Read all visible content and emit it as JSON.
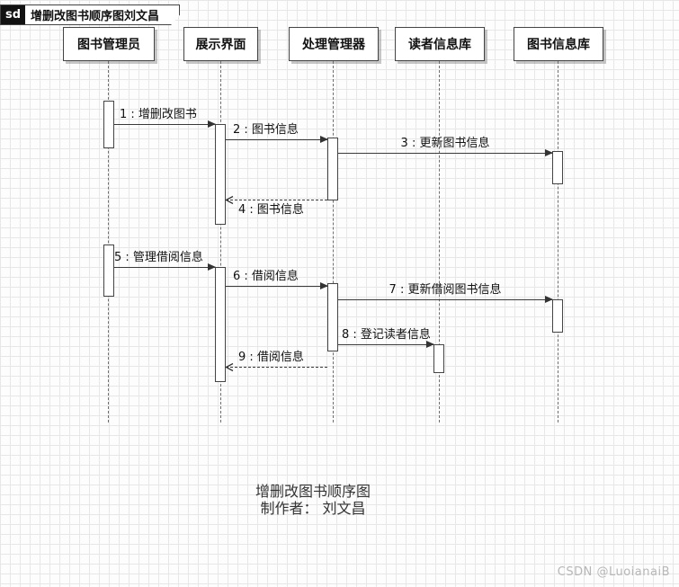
{
  "frame": {
    "keyword": "sd",
    "title": "增删改图书顺序图刘文昌"
  },
  "lifelines": [
    {
      "label": "图书管理员"
    },
    {
      "label": "展示界面"
    },
    {
      "label": "处理管理器"
    },
    {
      "label": "读者信息库"
    },
    {
      "label": "图书信息库"
    }
  ],
  "messages": [
    {
      "label": "1 : 增删改图书",
      "from": "图书管理员",
      "to": "展示界面",
      "type": "solid"
    },
    {
      "label": "2 : 图书信息",
      "from": "展示界面",
      "to": "处理管理器",
      "type": "solid"
    },
    {
      "label": "3 : 更新图书信息",
      "from": "处理管理器",
      "to": "图书信息库",
      "type": "solid"
    },
    {
      "label": "4 : 图书信息",
      "from": "处理管理器",
      "to": "展示界面",
      "type": "dashed-return"
    },
    {
      "label": "5 : 管理借阅信息",
      "from": "图书管理员",
      "to": "展示界面",
      "type": "solid"
    },
    {
      "label": "6 : 借阅信息",
      "from": "展示界面",
      "to": "处理管理器",
      "type": "solid"
    },
    {
      "label": "7 : 更新借阅图书信息",
      "from": "处理管理器",
      "to": "图书信息库",
      "type": "solid"
    },
    {
      "label": "8 : 登记读者信息",
      "from": "处理管理器",
      "to": "读者信息库",
      "type": "solid"
    },
    {
      "label": "9 : 借阅信息",
      "from": "处理管理器",
      "to": "展示界面",
      "type": "dashed-return"
    }
  ],
  "caption": {
    "title": "增删改图书顺序图",
    "author": "制作者： 刘文昌"
  },
  "watermark": "CSDN @LuoianaiB",
  "colors": {
    "line": "#3a3a3a",
    "grid": "#e7e7e7",
    "watermark": "#b7b7b7"
  }
}
